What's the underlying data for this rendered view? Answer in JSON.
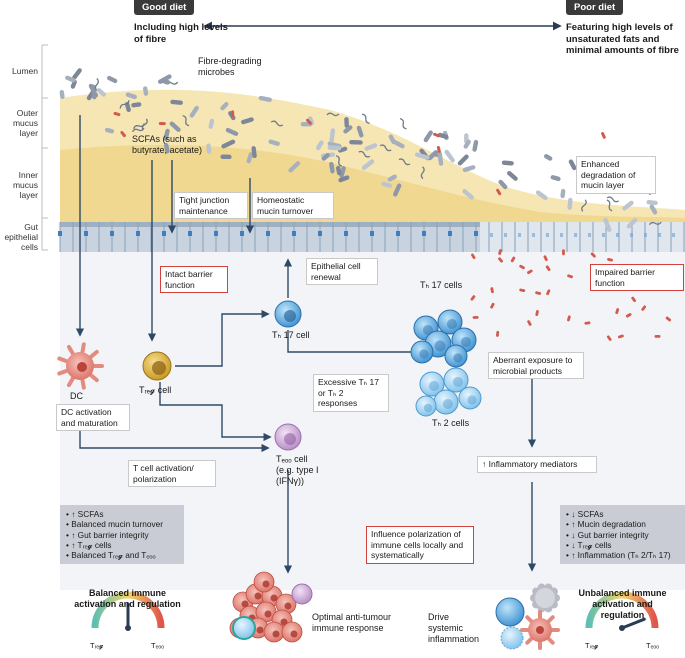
{
  "header": {
    "good_diet": "Good diet",
    "poor_diet": "Poor diet",
    "good_desc": "Including high levels of fibre",
    "poor_desc": "Featuring high levels of unsaturated fats and minimal amounts of fibre"
  },
  "layers": {
    "lumen": "Lumen",
    "outer_mucus": "Outer mucus layer",
    "inner_mucus": "Inner mucus layer",
    "gut_epithelial": "Gut epithelial cells"
  },
  "labels": {
    "fibre_microbes": "Fibre-degrading microbes",
    "scfas": "SCFAs (such as butyrate, acetate)",
    "tight_junction": "Tight junction maintenance",
    "homeostatic": "Homeostatic mucin turnover",
    "enhanced_degradation": "Enhanced degradation of mucin layer",
    "intact_barrier": "Intact barrier function",
    "impaired_barrier": "Impaired barrier function",
    "epithelial_renewal": "Epithelial cell renewal",
    "th17_cell": "Tₕ 17 cell",
    "th17_cells": "Tₕ 17 cells",
    "th2_cells": "Tₕ 2 cells",
    "dc": "DC",
    "treg_cell": "Tᵣₑ𝓰 cell",
    "dc_activation": "DC activation and maturation",
    "excessive": "Excessive Tₕ 17 or Tₕ 2 responses",
    "aberrant": "Aberrant exposure to microbial products",
    "teff_cell": "Tₑₒₒ cell (e.g. type I (IFNγ))",
    "t_activation": "T cell activation/ polarization",
    "inflammatory": "↑ Inflammatory mediators",
    "influence": "Influence polarization of immune cells locally and systematically",
    "optimal": "Optimal anti-tumour immune response",
    "drive": "Drive systemic inflammation",
    "balanced_title": "Balanced immune activation and regulation",
    "unbalanced_title": "Unbalanced immune activation and regulation",
    "gauge_treg": "Tᵣₑ𝓰",
    "gauge_teff": "Tₑₒₒ"
  },
  "good_effects": [
    "• ↑ SCFAs",
    "• Balanced mucin turnover",
    "• ↑ Gut barrier integrity",
    "• ↑ Tᵣₑ𝓰 cells",
    "• Balanced Tᵣₑ𝓰 and Tₑₒₒ"
  ],
  "poor_effects": [
    "• ↓ SCFAs",
    "• ↑ Mucin degradation",
    "• ↓ Gut barrier integrity",
    "• ↓ Tᵣₑ𝓰 cells",
    "• ↑ Inflammation (Tₕ 2/Tₕ 17)"
  ],
  "gauges": {
    "balanced_level": 0.5,
    "unbalanced_level": 0.88
  },
  "colors": {
    "mucus": "#f4dfa0",
    "epithelium": "#b8c6d6",
    "lumen_bg": "#f3f4f7",
    "red_box": "#d0423b",
    "arrow": "#2f4a66"
  }
}
